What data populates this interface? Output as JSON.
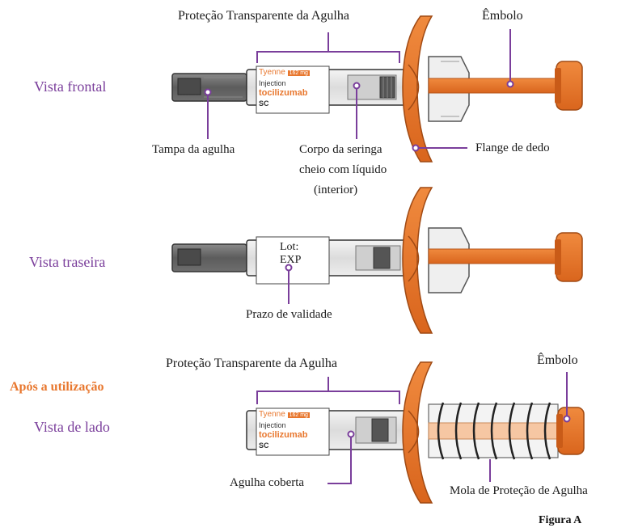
{
  "views": {
    "front": "Vista frontal",
    "back": "Vista traseira",
    "after_use": "Após a utilização",
    "side": "Vista de lado"
  },
  "callouts": {
    "needle_guard_top": "Proteção Transparente da Agulha",
    "plunger_top": "Êmbolo",
    "needle_cap": "Tampa da agulha",
    "barrel_line1": "Corpo da seringa",
    "barrel_line2": "cheio com líquido",
    "barrel_line3": "(interior)",
    "finger_flange": "Flange de dedo",
    "expiry": "Prazo de validade",
    "needle_guard_bottom": "Proteção Transparente da Agulha",
    "plunger_bottom": "Êmbolo",
    "covered_needle": "Agulha coberta",
    "guard_spring": "Mola de Proteção de Agulha"
  },
  "syringe_label": {
    "brand": "Tyenne",
    "dose": "162 mg",
    "route": "Injection",
    "drug": "tocilizumab",
    "abbrev": "SC"
  },
  "back_label": {
    "lot": "Lot:",
    "exp": "EXP"
  },
  "figure": "Figura A",
  "colors": {
    "orange": "#e8772e",
    "purple": "#7a3e9b",
    "label_orange": "#e8772e",
    "outline": "#3a3a3a"
  }
}
